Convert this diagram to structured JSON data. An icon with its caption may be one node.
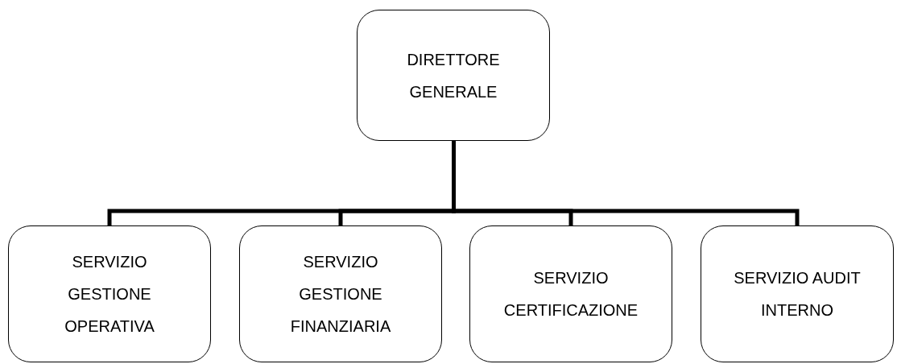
{
  "diagram": {
    "nodes": [
      {
        "text": [
          "DIRETTORE GENERALE"
        ]
      },
      {
        "text": [
          "SERVIZIO GESTIONE OPERATIVA"
        ]
      },
      {
        "text": [
          "SERVIZIO GESTIONE FINANZIARIA"
        ]
      },
      {
        "text": [
          "SERVIZIO CERTIFICAZIONE"
        ]
      },
      {
        "text": [
          "SERVIZIO AUDIT INTERNO"
        ]
      }
    ],
    "edges": [
      {
        "from": 0,
        "to": 1,
        "arrow": "none"
      },
      {
        "from": 0,
        "to": 2,
        "arrow": "none"
      },
      {
        "from": 0,
        "to": 3,
        "arrow": "none"
      },
      {
        "from": 0,
        "to": 4,
        "arrow": "none"
      }
    ]
  }
}
